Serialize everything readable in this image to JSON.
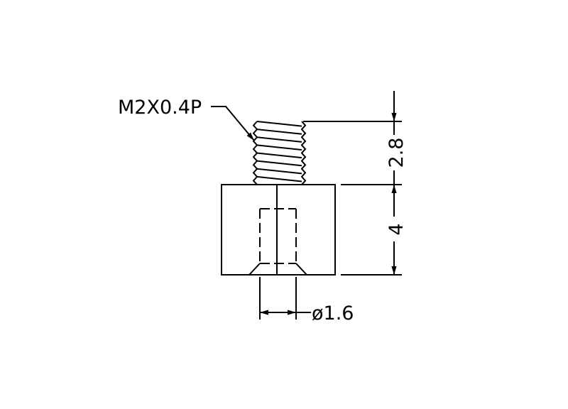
{
  "drawing": {
    "thread_callout": "M2X0.4P",
    "dim_thread_length": "2.8",
    "dim_body_height": "4",
    "dim_hole_diameter": "ø1.6"
  },
  "colors": {
    "line": "#000000",
    "background": "#ffffff"
  }
}
